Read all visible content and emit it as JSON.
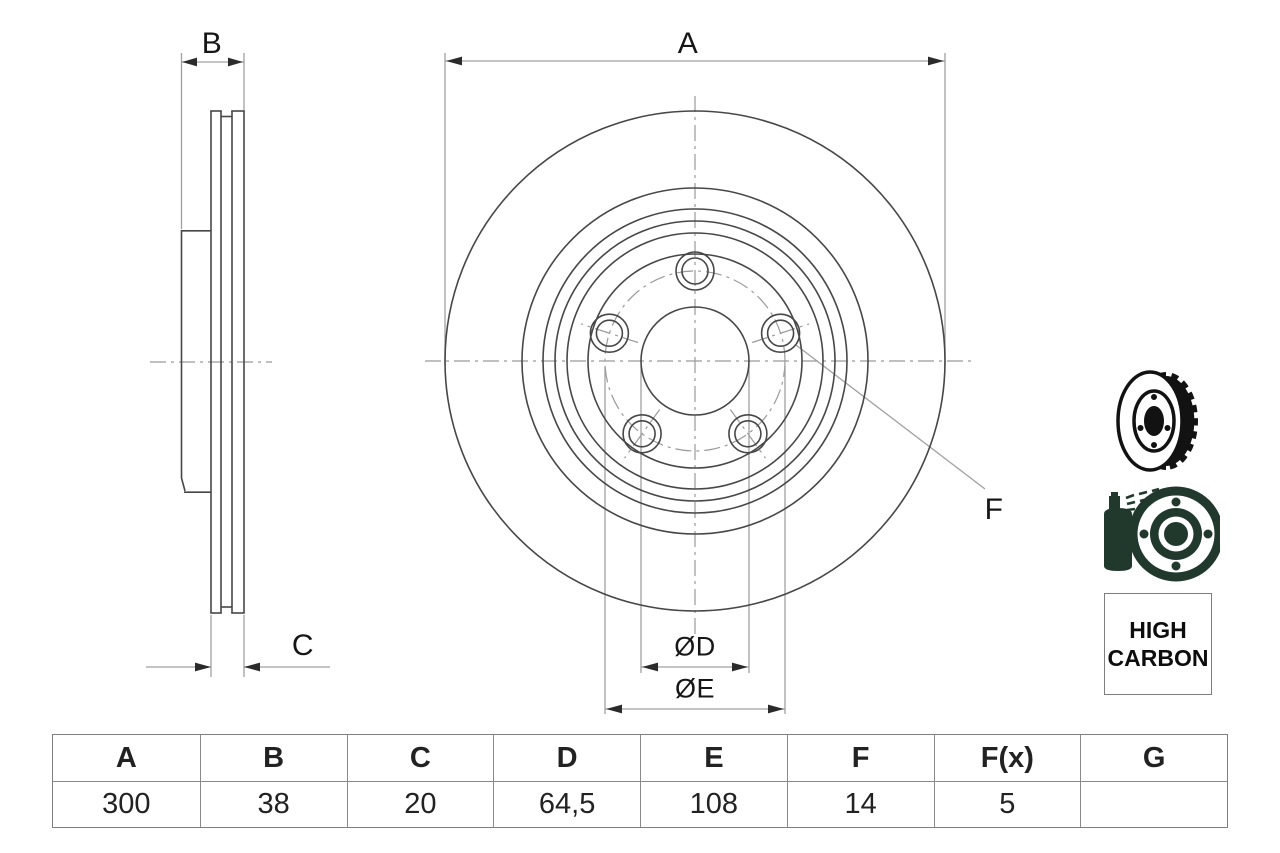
{
  "drawing": {
    "labels": {
      "A": "A",
      "B": "B",
      "C": "C",
      "D": "ØD",
      "E": "ØE",
      "F": "F"
    }
  },
  "badge": {
    "line1": "HIGH",
    "line2": "CARBON"
  },
  "icons": {
    "vented_disc": "vented-brake-disc-3d",
    "coated_disc": "spray-coated-brake-disc"
  },
  "spec_table": {
    "headers": [
      "A",
      "B",
      "C",
      "D",
      "E",
      "F",
      "F(x)",
      "G"
    ],
    "values": [
      "300",
      "38",
      "20",
      "64,5",
      "108",
      "14",
      "5",
      ""
    ]
  },
  "colors": {
    "object_line": "#474747",
    "dim_line": "#a0a0a0",
    "centerline": "#9a9a9a",
    "arrow": "#2b2b2b",
    "icon_black": "#121212",
    "icon_green": "#21392c"
  }
}
